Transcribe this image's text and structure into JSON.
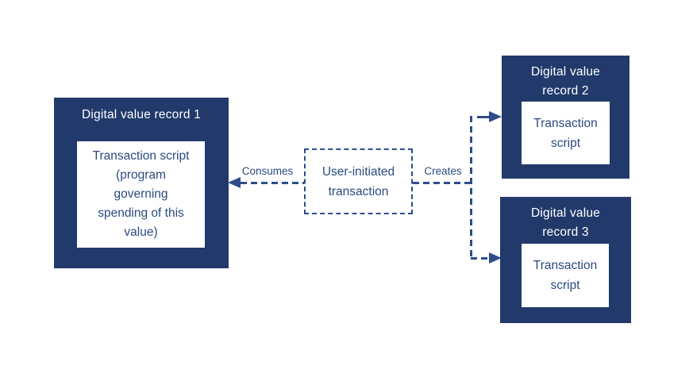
{
  "colors": {
    "box_fill": "#213A6B",
    "line_accent": "#2E4D8A",
    "text_on_white": "#2B4A80",
    "text_on_navy": "#FFFFFF",
    "background": "#FFFFFF"
  },
  "record1": {
    "title": "Digital value record 1",
    "script_lines": [
      "Transaction script",
      "(program",
      "governing",
      "spending of this",
      "value)"
    ]
  },
  "record2": {
    "title_lines": [
      "Digital value",
      "record 2"
    ],
    "script_lines": [
      "Transaction",
      "script"
    ]
  },
  "record3": {
    "title_lines": [
      "Digital value",
      "record 3"
    ],
    "script_lines": [
      "Transaction",
      "script"
    ]
  },
  "transaction": {
    "lines": [
      "User-initiated",
      "transaction"
    ]
  },
  "labels": {
    "consumes": "Consumes",
    "creates": "Creates"
  }
}
